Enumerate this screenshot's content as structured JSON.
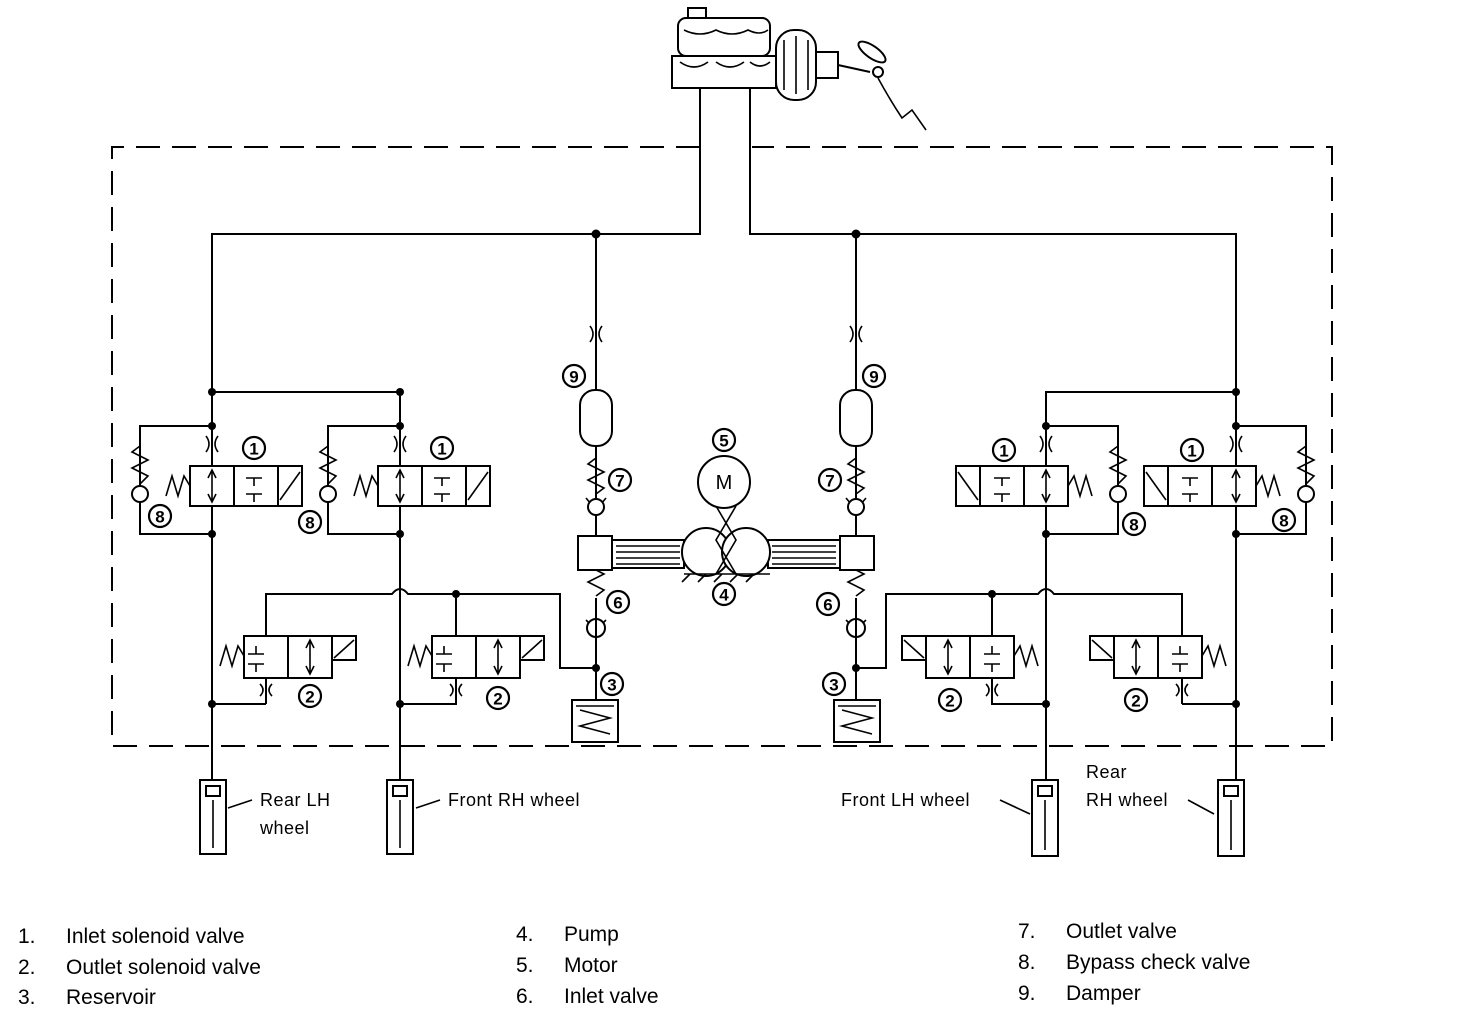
{
  "diagram": {
    "part_numbers": {
      "inlet_solenoid_valve": "1",
      "outlet_solenoid_valve": "2",
      "reservoir": "3",
      "pump": "4",
      "motor": "5",
      "inlet_valve": "6",
      "outlet_valve": "7",
      "bypass_check_valve": "8",
      "damper": "9"
    },
    "motor_symbol": "M",
    "wheels": {
      "rear_lh": [
        "Rear LH",
        "wheel"
      ],
      "front_rh": "Front RH wheel",
      "front_lh": "Front LH wheel",
      "rear_rh": [
        "Rear",
        "RH wheel"
      ]
    }
  },
  "legend": [
    {
      "num": "1.",
      "label": "Inlet solenoid valve"
    },
    {
      "num": "2.",
      "label": "Outlet solenoid valve"
    },
    {
      "num": "3.",
      "label": "Reservoir"
    },
    {
      "num": "4.",
      "label": "Pump"
    },
    {
      "num": "5.",
      "label": "Motor"
    },
    {
      "num": "6.",
      "label": "Inlet valve"
    },
    {
      "num": "7.",
      "label": "Outlet valve"
    },
    {
      "num": "8.",
      "label": "Bypass check valve"
    },
    {
      "num": "9.",
      "label": "Damper"
    }
  ]
}
